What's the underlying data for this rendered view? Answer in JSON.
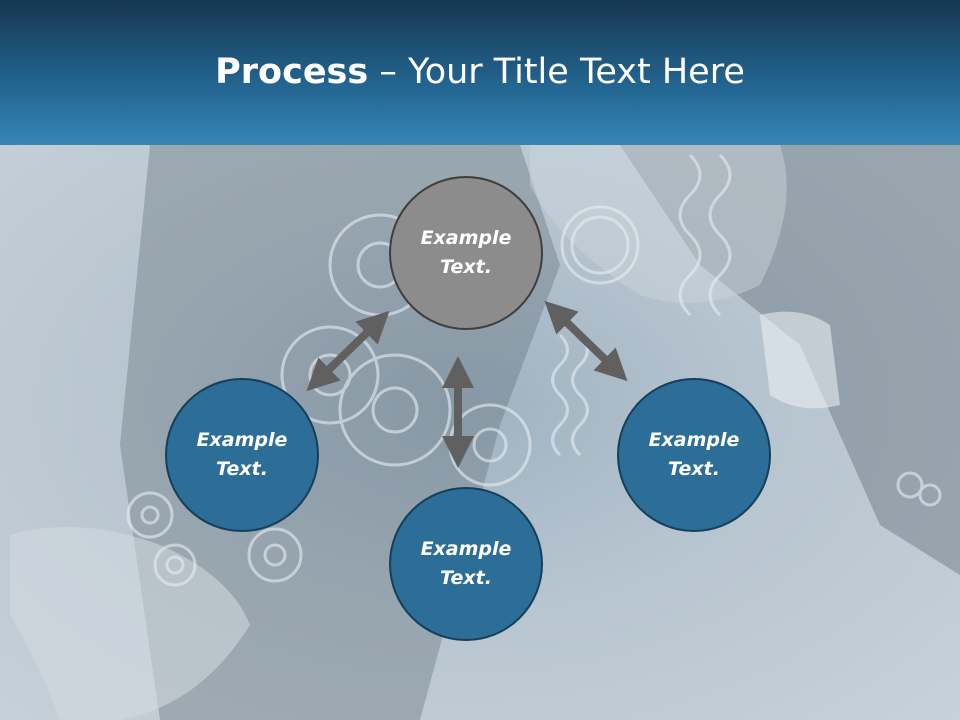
{
  "slide": {
    "title_bold": "Process",
    "title_rest": " – Your Title Text Here"
  },
  "circles": {
    "top": {
      "line1": "Example",
      "line2": "Text."
    },
    "left": {
      "line1": "Example",
      "line2": "Text."
    },
    "right": {
      "line1": "Example",
      "line2": "Text."
    },
    "bottom": {
      "line1": "Example",
      "line2": "Text."
    }
  },
  "colors": {
    "header": "#22628d",
    "circle_blue": "#2c6e97",
    "circle_gray": "#8c8c8c",
    "arrow": "#606060"
  },
  "icons": [
    "background-photo-gears",
    "double-arrow-icon"
  ]
}
